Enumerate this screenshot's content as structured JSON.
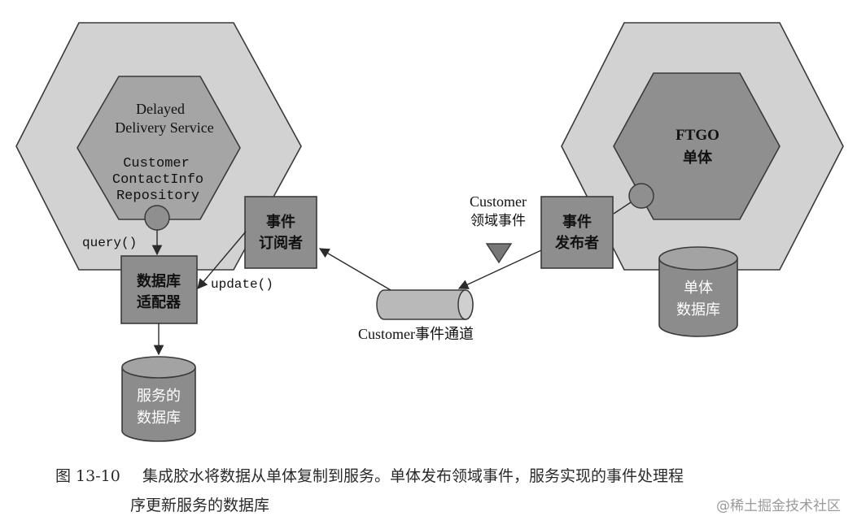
{
  "left": {
    "service_title_line1": "Delayed",
    "service_title_line2": "Delivery Service",
    "repo_line1": "Customer",
    "repo_line2": "ContactInfo",
    "repo_line3": "Repository",
    "query_label": "query()",
    "update_label": "update()",
    "adapter_line1": "数据库",
    "adapter_line2": "适配器",
    "subscriber_line1": "事件",
    "subscriber_line2": "订阅者",
    "service_db_line1": "服务的",
    "service_db_line2": "数据库"
  },
  "channel": {
    "label": "Customer事件通道"
  },
  "right": {
    "monolith_line1": "FTGO",
    "monolith_line2": "单体",
    "event_label_line1": "Customer",
    "event_label_line2": "领域事件",
    "publisher_line1": "事件",
    "publisher_line2": "发布者",
    "monolith_db_line1": "单体",
    "monolith_db_line2": "数据库"
  },
  "caption": {
    "figure_number": "图 13-10",
    "line1": "集成胶水将数据从单体复制到服务。单体发布领域事件，服务实现的事件处理程",
    "line2": "序更新服务的数据库"
  },
  "watermark": "@稀土掘金技术社区",
  "colors": {
    "outer_hex": "#d2d2d2",
    "inner_hex": "#a5a5a5",
    "box": "#8e8e8e",
    "port": "#8f8f8f",
    "channel": "#b9b9b9",
    "database": "#8c8c8c",
    "stroke": "#3a3a3a"
  }
}
